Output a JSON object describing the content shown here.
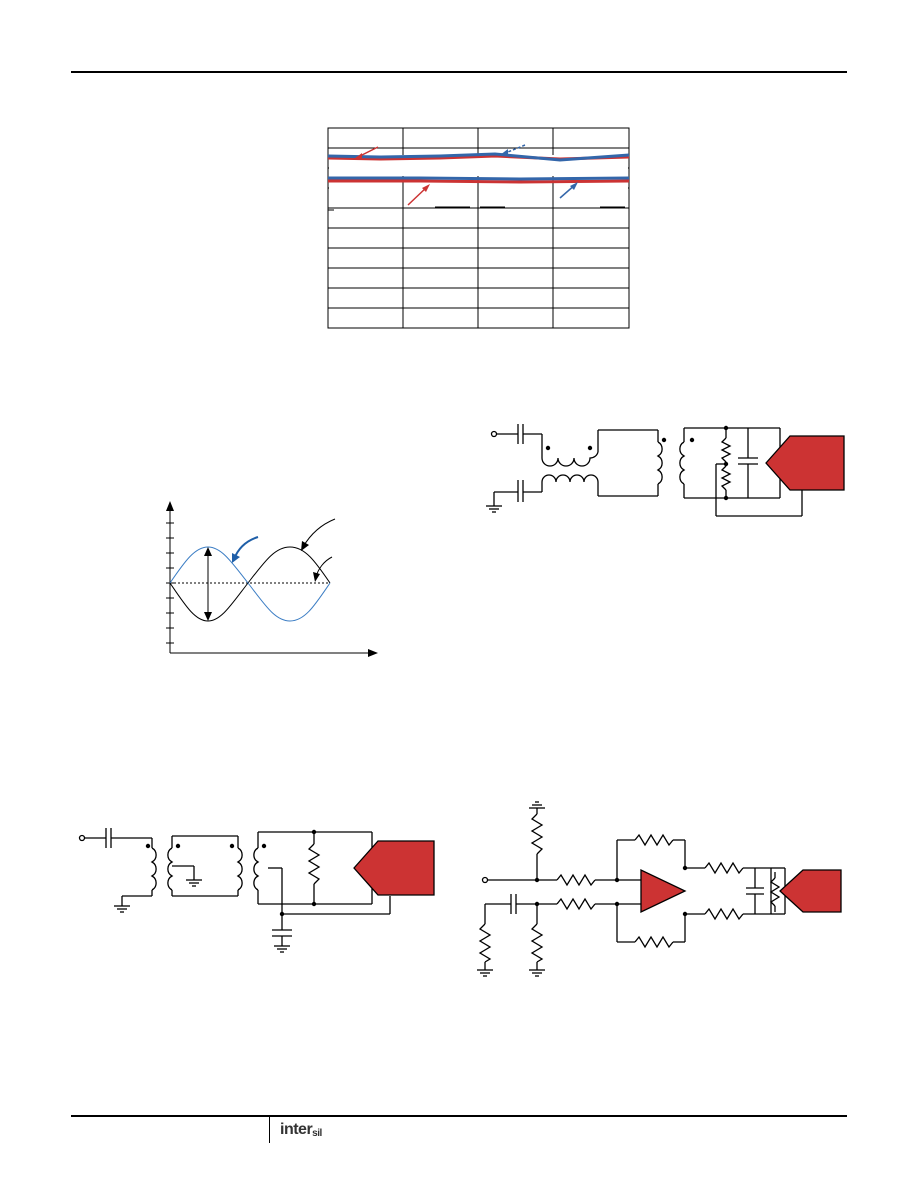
{
  "footer": {
    "logo_main": "inter",
    "logo_sub": "sil"
  },
  "colors": {
    "red": "#cc3333",
    "blue": "#3366aa",
    "wave_blue": "#3b7dc4",
    "black": "#000000"
  },
  "icons": [
    "ground-icon",
    "supply-icon",
    "adc-block",
    "amplifier-icon",
    "arrow-icon"
  ]
}
